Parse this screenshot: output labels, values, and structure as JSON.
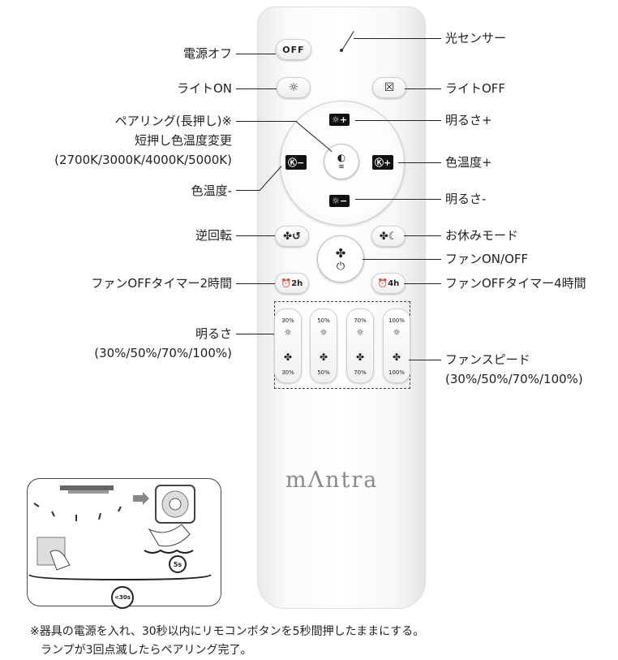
{
  "labels_left": {
    "power_off": "電源オフ",
    "light_on": "ライトON",
    "pairing_1": "ペアリング(長押し)※",
    "pairing_2": "短押し色温度変更",
    "pairing_3": "(2700K/3000K/4000K/5000K)",
    "color_temp_minus": "色温度-",
    "reverse": "逆回転",
    "timer_2h": "ファンOFFタイマー2時間",
    "brightness_1": "明るさ",
    "brightness_2": "(30%/50%/70%/100%)"
  },
  "labels_right": {
    "light_sensor": "光センサー",
    "light_off": "ライトOFF",
    "brightness_plus": "明るさ+",
    "color_temp_plus": "色温度+",
    "brightness_minus": "明るさ-",
    "sleep_mode": "お休みモード",
    "fan_on_off": "ファンON/OFF",
    "timer_4h": "ファンOFFタイマー4時間",
    "fan_speed_1": "ファンスピード",
    "fan_speed_2": "(30%/50%/70%/100%)"
  },
  "remote": {
    "off_button": "OFF",
    "timer_2h": "2h",
    "timer_4h": "4h",
    "levels": [
      "30%",
      "50%",
      "70%",
      "100%"
    ],
    "brand": "mΛntra"
  },
  "inset": {
    "timer_5s": "5s",
    "timer_30s": "<30s"
  },
  "footnote": {
    "line1": "※器具の電源を入れ、30秒以内にリモコンボタンを5秒間押したままにする。",
    "line2": "ランプが3回点滅したらペアリング完了。"
  }
}
